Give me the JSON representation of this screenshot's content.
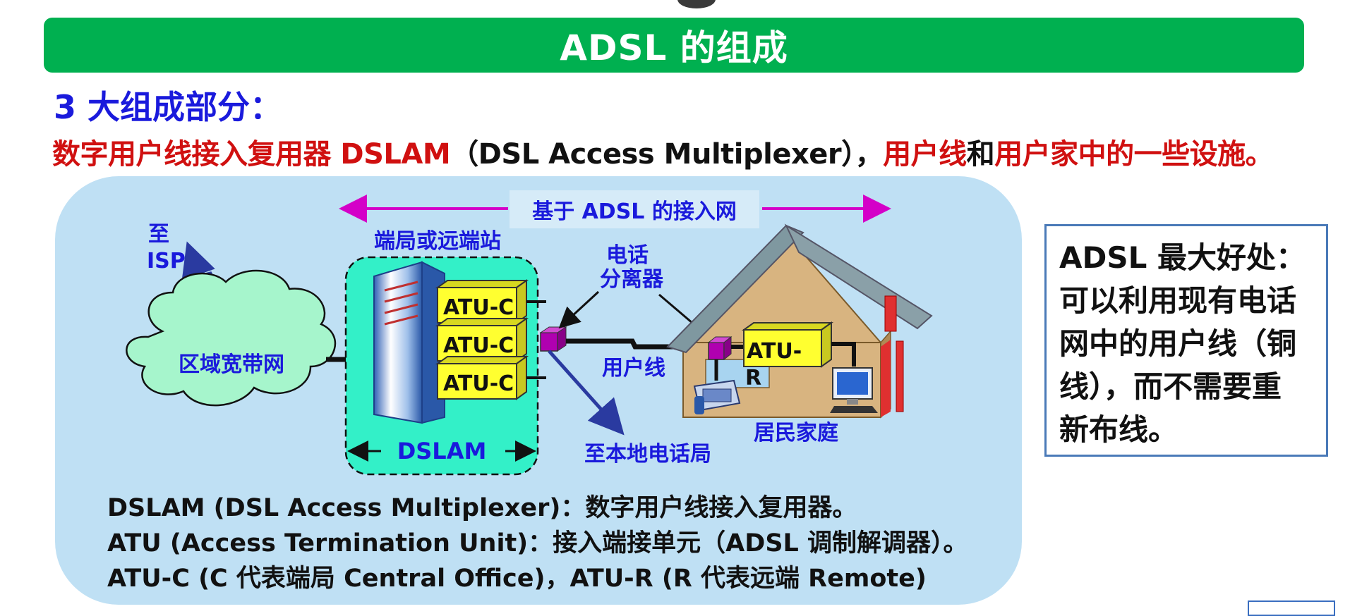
{
  "title": "ADSL 的组成",
  "subtitle": "3 大组成部分：",
  "line_segments": [
    {
      "text": "数字用户线接入复用器 DSLAM",
      "color": "red"
    },
    {
      "text": "（DSL Access Multiplexer），",
      "color": "black"
    },
    {
      "text": "用户线",
      "color": "red"
    },
    {
      "text": "和",
      "color": "black"
    },
    {
      "text": "用户家中的一些设施。",
      "color": "red"
    }
  ],
  "diagram": {
    "access_network_label": "基于 ADSL 的接入网",
    "to_isp_1": "至",
    "to_isp_2": "ISP",
    "cloud_label": "区域宽带网",
    "station_label": "端局或远端站",
    "atu_c_labels": [
      "ATU-C",
      "ATU-C",
      "ATU-C"
    ],
    "dslam_label": "DSLAM",
    "splitter_label_1": "电话",
    "splitter_label_2": "分离器",
    "user_line_label": "用户线",
    "to_local_office": "至本地电话局",
    "atu_r_label_1": "ATU-",
    "atu_r_label_2": "R",
    "home_label": "居民家庭",
    "definitions": [
      "DSLAM (DSL Access Multiplexer)：数字用户线接入复用器。",
      "ATU (Access Termination Unit)：接入端接单元（ADSL 调制解调器）。",
      "ATU-C (C 代表端局 Central Office)，ATU-R (R 代表远端 Remote)"
    ]
  },
  "note": {
    "lines": [
      "ADSL 最大好处：",
      "可以利用现有电话",
      "网中的用户线（铜",
      "线），而不需要重",
      "新布线。"
    ]
  },
  "colors": {
    "title_bg": "#00b050",
    "subtitle": "#1a1adc",
    "emphasis": "#d01010",
    "panel_bg": "#bfe0f4",
    "dslam_bg": "#33f0c8",
    "cloud": "#a6f5cc",
    "atu": "#ffff30",
    "arrow": "#d400c8",
    "label_blue": "#1a1adc"
  },
  "icons": [
    "cloud-icon",
    "lightning-icon",
    "server-icon",
    "splitter-icon",
    "house-icon",
    "phone-icon",
    "computer-icon"
  ]
}
